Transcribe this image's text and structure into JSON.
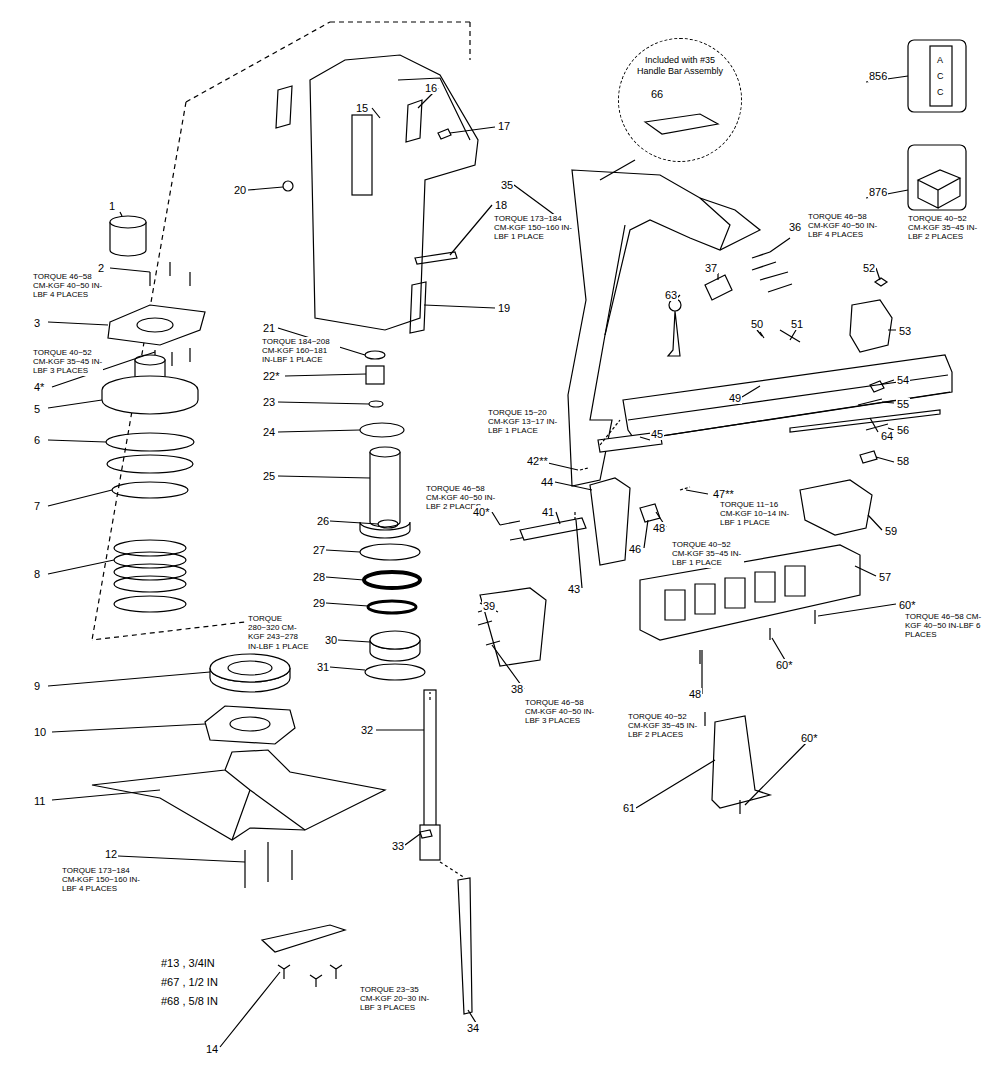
{
  "diagram": {
    "nodes": [
      {
        "text": [
          "Included with #35 Handle Bar Assembly"
        ]
      }
    ],
    "labels": [
      "1",
      "2",
      "TORQUE 46~58 CM-KGF 40~50 IN-LBF 4 PLACES",
      "3",
      "TORQUE 40~52 CM-KGF 35~45 IN-LBF 3 PLACES",
      "4*",
      "5",
      "6",
      "7",
      "8",
      "9",
      "10",
      "11",
      "12",
      "TORQUE 173~184 CM-KGF 150~160 IN-LBF 4 PLACES",
      "#13 , 3/4IN",
      "#67 , 1/2 IN",
      "#68 , 5/8 IN",
      "14",
      "TORQUE 23~35 CM-KGF 20~30 IN-LBF 3 PLACES",
      "15",
      "16",
      "17",
      "18",
      "TORQUE 173~184 CM-KGF 150~160 IN-LBF 1 PLACE",
      "19",
      "20",
      "21",
      "TORQUE 184~208 CM-KGF 160~181 IN-LBF 1 PLACE",
      "22*",
      "23",
      "24",
      "25",
      "TORQUE 46~58 CM-KGF 40~50 IN-LBF 2 PLACES",
      "26",
      "27",
      "28",
      "29",
      "TORQUE 280~320 CM-KGF 243~278 IN-LBF 1 PLACE",
      "30",
      "31",
      "32",
      "33",
      "34",
      "35",
      "36",
      "TORQUE 46~58 CM-KGF 40~50 IN-LBF 4 PLACES",
      "37",
      "38",
      "TORQUE 46~58 CM-KGF 40~50 IN-LBF 3 PLACES",
      "39",
      "40*",
      "41",
      "42**",
      "TORQUE 15~20 CM-KGF 13~17 IN-LBF 1 PLACE",
      "43",
      "44",
      "45",
      "46",
      "47**",
      "TORQUE 11~16 CM-KGF 10~14 IN-LBF 1 PLACE",
      "48",
      "TORQUE 40~52 CM-KGF 35~45 IN-LBF 1 PLACE",
      "48",
      "TORQUE 40~52 CM-KGF 35~45 IN-LBF 2 PLACES",
      "49",
      "50",
      "51",
      "52",
      "TORQUE 40~52 CM-KGF 35~45 IN-LBF 2 PLACES",
      "53",
      "54",
      "55",
      "56",
      "57",
      "58",
      "59",
      "60*",
      "TORQUE 46~58 CM-KGF 40~50 IN-LBF 6 PLACES",
      "60*",
      "60*",
      "61",
      "63",
      "64",
      "66",
      "856",
      "876",
      "A",
      "C",
      "C"
    ]
  }
}
